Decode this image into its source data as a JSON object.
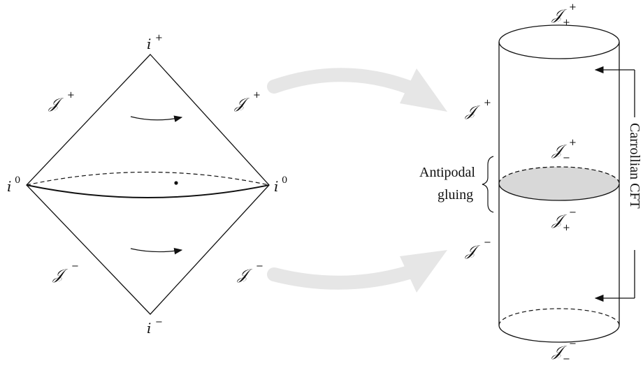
{
  "labels": {
    "i_plus": "i",
    "i_plus_sup": "+",
    "i_minus": "i",
    "i_minus_sup": "−",
    "i0_left": "i",
    "i0_left_sup": "0",
    "i0_right": "i",
    "i0_right_sup": "0",
    "scri": "𝒥",
    "plus": "+",
    "minus": "−"
  },
  "text": {
    "antipodal_line1": "Antipodal",
    "antipodal_line2": "gluing",
    "carrollian": "Carrollian CFT"
  },
  "colors": {
    "ink": "#111111",
    "arrow_gray": "#e6e6e6",
    "disk_fill": "#d8d8d8"
  }
}
